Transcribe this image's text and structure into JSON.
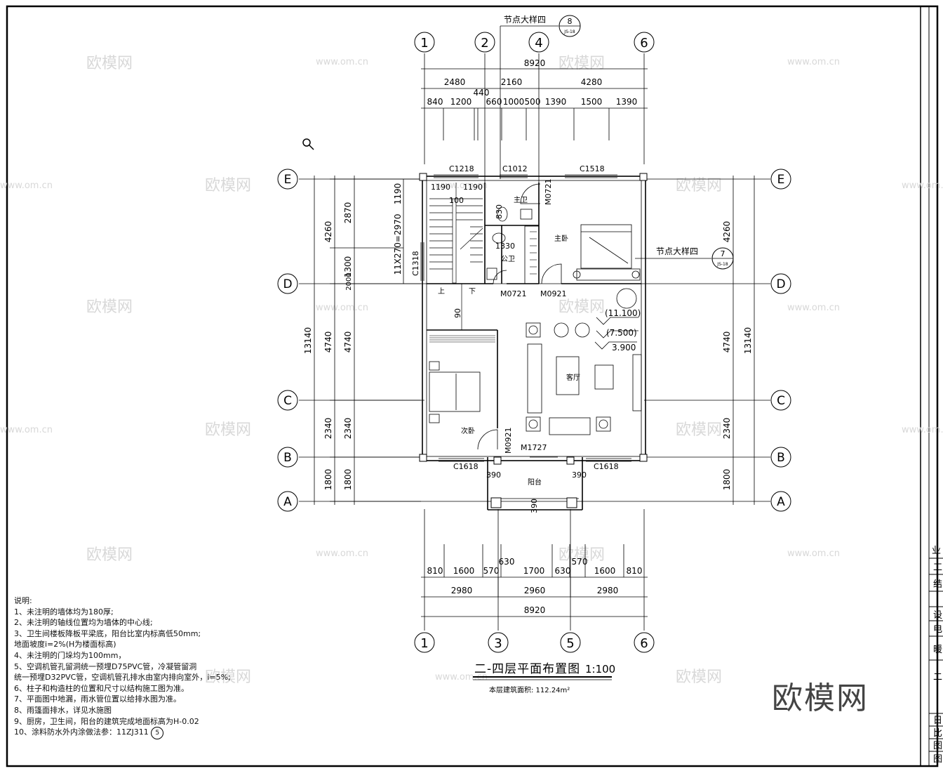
{
  "title": "二-四层平面布置图",
  "scale": "1:100",
  "area_note": "本层建筑面积: 112.24m²",
  "watermark": {
    "cn": "欧模网",
    "url": "www.om.cn"
  },
  "brand": "欧模网",
  "detail_top": {
    "label": "节点大样四",
    "num": "8",
    "ref": "JS-18"
  },
  "detail_right": {
    "label": "节点大样四",
    "num": "7",
    "ref": "JS-18"
  },
  "axes": {
    "top": [
      "1",
      "2",
      "4",
      "6"
    ],
    "bottom": [
      "1",
      "3",
      "5",
      "6"
    ],
    "rows": [
      "E",
      "D",
      "C",
      "B",
      "A"
    ]
  },
  "dims": {
    "top_total": "8920",
    "top_mid": [
      "2480",
      "2160",
      "4280"
    ],
    "top_small": [
      "840",
      "1200",
      "440",
      "660",
      "1000",
      "500",
      "1390",
      "1500",
      "1390"
    ],
    "bottom_small": [
      "810",
      "1600",
      "570",
      "630",
      "1700",
      "630",
      "570",
      "1600",
      "810"
    ],
    "bottom_mid": [
      "2980",
      "2960",
      "2980"
    ],
    "bottom_total": "8920",
    "left_total": "13140",
    "left_mid": [
      "4260",
      "4740",
      "2340",
      "1800"
    ],
    "left_inner": [
      "2870",
      "1300",
      "4740",
      "2340",
      "1800"
    ],
    "right_total": "13140",
    "right_mid": [
      "4260",
      "4740",
      "2340",
      "1800"
    ],
    "stair": "11X270=2970",
    "misc": [
      "1190",
      "1190",
      "1190",
      "100",
      "830",
      "1330",
      "2000",
      "90",
      "390",
      "390",
      "390"
    ]
  },
  "windows": [
    "C1218",
    "C1012",
    "C1518",
    "C1318",
    "C1618",
    "C1618"
  ],
  "doors": [
    "M0721",
    "M0721",
    "M0921",
    "M0921",
    "M1727"
  ],
  "rooms": {
    "master_bath": "主卫",
    "master_bed": "主卧",
    "public_bath": "公卫",
    "living": "客厅",
    "second_bed": "次卧",
    "balcony": "阳台",
    "stair_up": "上",
    "stair_down": "下"
  },
  "elevations": [
    "(11.100)",
    "(7.500)",
    "3.900"
  ],
  "notes_title": "说明:",
  "notes": [
    "1、未注明的墙体均为180厚;",
    "2、未注明的轴线位置均为墙体的中心线;",
    "3、卫生间楼板降板平梁底，阳台比室内标高低50mm;",
    "   地面坡度i=2%(H为楼面标高)",
    "4、未注明的门垛均为100mm，",
    "5、空调机管孔留洞统一预埋D75PVC管，冷凝管留洞",
    "   统一预埋D32PVC管，空调机管孔排水由室内排向室外，i=5%;",
    "6、柱子和构造柱的位置和尺寸以结构施工图为准。",
    "7、平面图中地漏，雨水管位置以给排水图为准。",
    "8、雨篷面排水，详见水施图",
    "9、厨房，卫生间，阳台的建筑完成地面标高为H-0.02",
    "10、涂料防水外内涂做法参：11ZJ311"
  ],
  "notes_ref": "5",
  "titleblock_labels": [
    "业",
    "工",
    "结",
    "设",
    "电",
    "暖",
    "二",
    "日",
    "比",
    "图",
    "图"
  ]
}
